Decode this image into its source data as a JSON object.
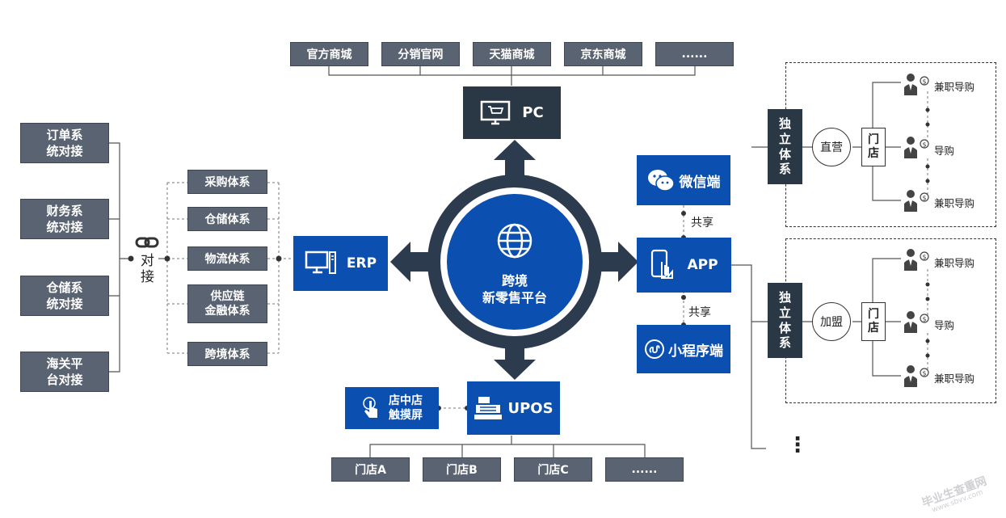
{
  "platform": {
    "line1": "跨境",
    "line2": "新零售平台"
  },
  "channels": [
    "官方商城",
    "分销官网",
    "天猫商城",
    "京东商城",
    "......"
  ],
  "pc_label": "PC",
  "erp_label": "ERP",
  "app_label": "APP",
  "wechat_label": "微信端",
  "miniprogram_label": "小程序端",
  "share_label": "共享",
  "upos_label": "UPOS",
  "touch_label": "店中店\n触摸屏",
  "stores": [
    "门店A",
    "门店B",
    "门店C",
    "......"
  ],
  "integrations": [
    "订单系\n统对接",
    "财务系\n统对接",
    "仓储系\n统对接",
    "海关平\n台对接"
  ],
  "connect_label": "对\n接",
  "subsystems": [
    "采购体系",
    "仓储体系",
    "物流体系",
    "供应链\n金融体系",
    "跨境体系"
  ],
  "independent_label": "独\n立\n体\n系",
  "direct_label": "直营",
  "franchise_label": "加盟",
  "store_label": "门\n店",
  "guides": [
    "兼职导购",
    "导购",
    "兼职导购"
  ],
  "more_dots": "⋮",
  "watermark": {
    "main": "毕业生查重网",
    "sub": "www.sbvv.com"
  },
  "colors": {
    "gray": "#5a6371",
    "blue": "#0b4fb0",
    "dark": "#2a3744",
    "ring": "#2d3b4e"
  }
}
